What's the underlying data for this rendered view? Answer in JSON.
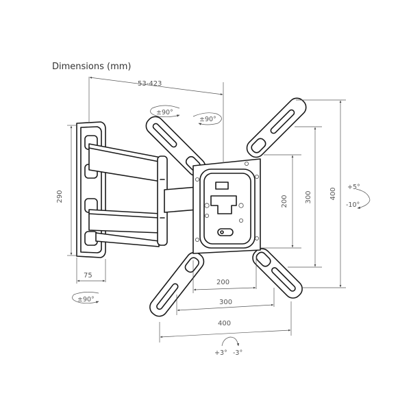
{
  "title": "Dimensions (mm)",
  "dimensions": {
    "arm_extension": "53-423",
    "wall_plate_height": "290",
    "wall_plate_depth": "75",
    "vesa_inner_h": "200",
    "vesa_middle_h": "300",
    "vesa_outer_h": "400",
    "vesa_inner_v": "200",
    "vesa_middle_v": "300",
    "vesa_outer_v": "400"
  },
  "rotations": {
    "swivel_arm_1": "±90°",
    "swivel_arm_2": "±90°",
    "swivel_wall": "±90°",
    "tilt_up": "+5°",
    "tilt_down": "-10°",
    "level_plus": "+3°",
    "level_minus": "-3°"
  }
}
